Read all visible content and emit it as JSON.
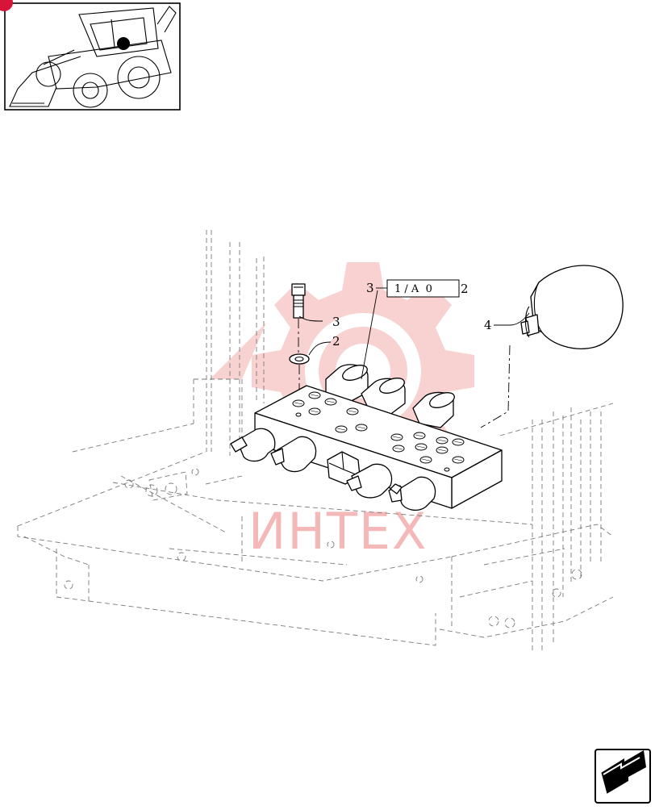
{
  "callouts": {
    "item_2": "2",
    "item_3": "3",
    "item_3b": "3",
    "item_4": "4",
    "ref_box": "1 / A  0",
    "ref_suffix": "2"
  },
  "watermark": {
    "text": "ИНТЕХ",
    "color": "#f4b8b8"
  },
  "icons": {
    "thumbnail": "backhoe-loader-thumbnail",
    "marker": "location-dot-icon",
    "nav": "next-page-arrow-icon"
  },
  "colors": {
    "marker": "#000000",
    "corner_badge": "#d9143a"
  }
}
